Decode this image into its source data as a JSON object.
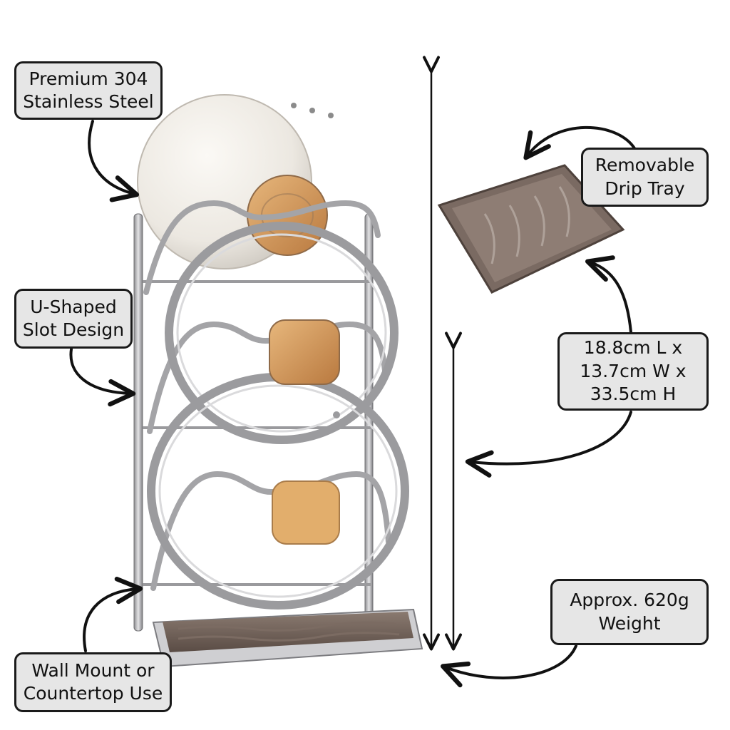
{
  "callouts": {
    "material": {
      "line1": "Premium 304",
      "line2": "Stainless Steel"
    },
    "drip_tray": {
      "line1": "Removable",
      "line2": "Drip Tray"
    },
    "slot": {
      "line1": "U-Shaped",
      "line2": "Slot Design"
    },
    "dimensions": {
      "line1": "18.8cm L x",
      "line2": "13.7cm W x",
      "line3": "33.5cm H"
    },
    "weight": {
      "line1": "Approx. 620g",
      "line2": "Weight"
    },
    "usage": {
      "line1": "Wall Mount or",
      "line2": "Countertop Use"
    }
  },
  "colors": {
    "callout_bg": "#e6e6e6",
    "callout_border": "#1a1a1a",
    "steel": "#a9a9ac",
    "tray": "#6b5d55",
    "lid_white": "#f1eee8",
    "wood": "#c8935a"
  }
}
